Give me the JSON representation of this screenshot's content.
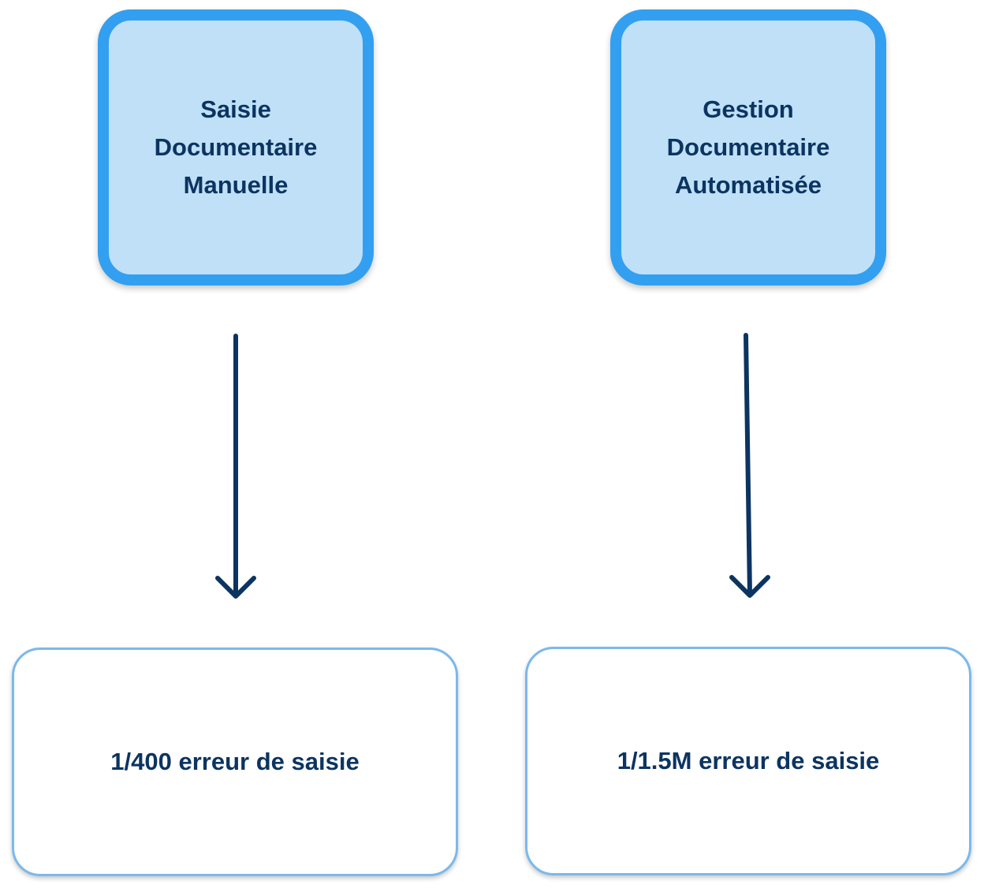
{
  "diagram": {
    "nodes": {
      "manual": {
        "label": "Saisie\nDocumentaire\nManuelle",
        "result": "1/400 erreur de saisie"
      },
      "automated": {
        "label": "Gestion\nDocumentaire\nAutomatisée",
        "result": "1/1.5M erreur de saisie"
      }
    },
    "colors": {
      "box_fill": "#bfe0f7",
      "box_border": "#339ff0",
      "result_border": "#7ab9ec",
      "text": "#0c3461",
      "arrow": "#0c3461"
    }
  }
}
